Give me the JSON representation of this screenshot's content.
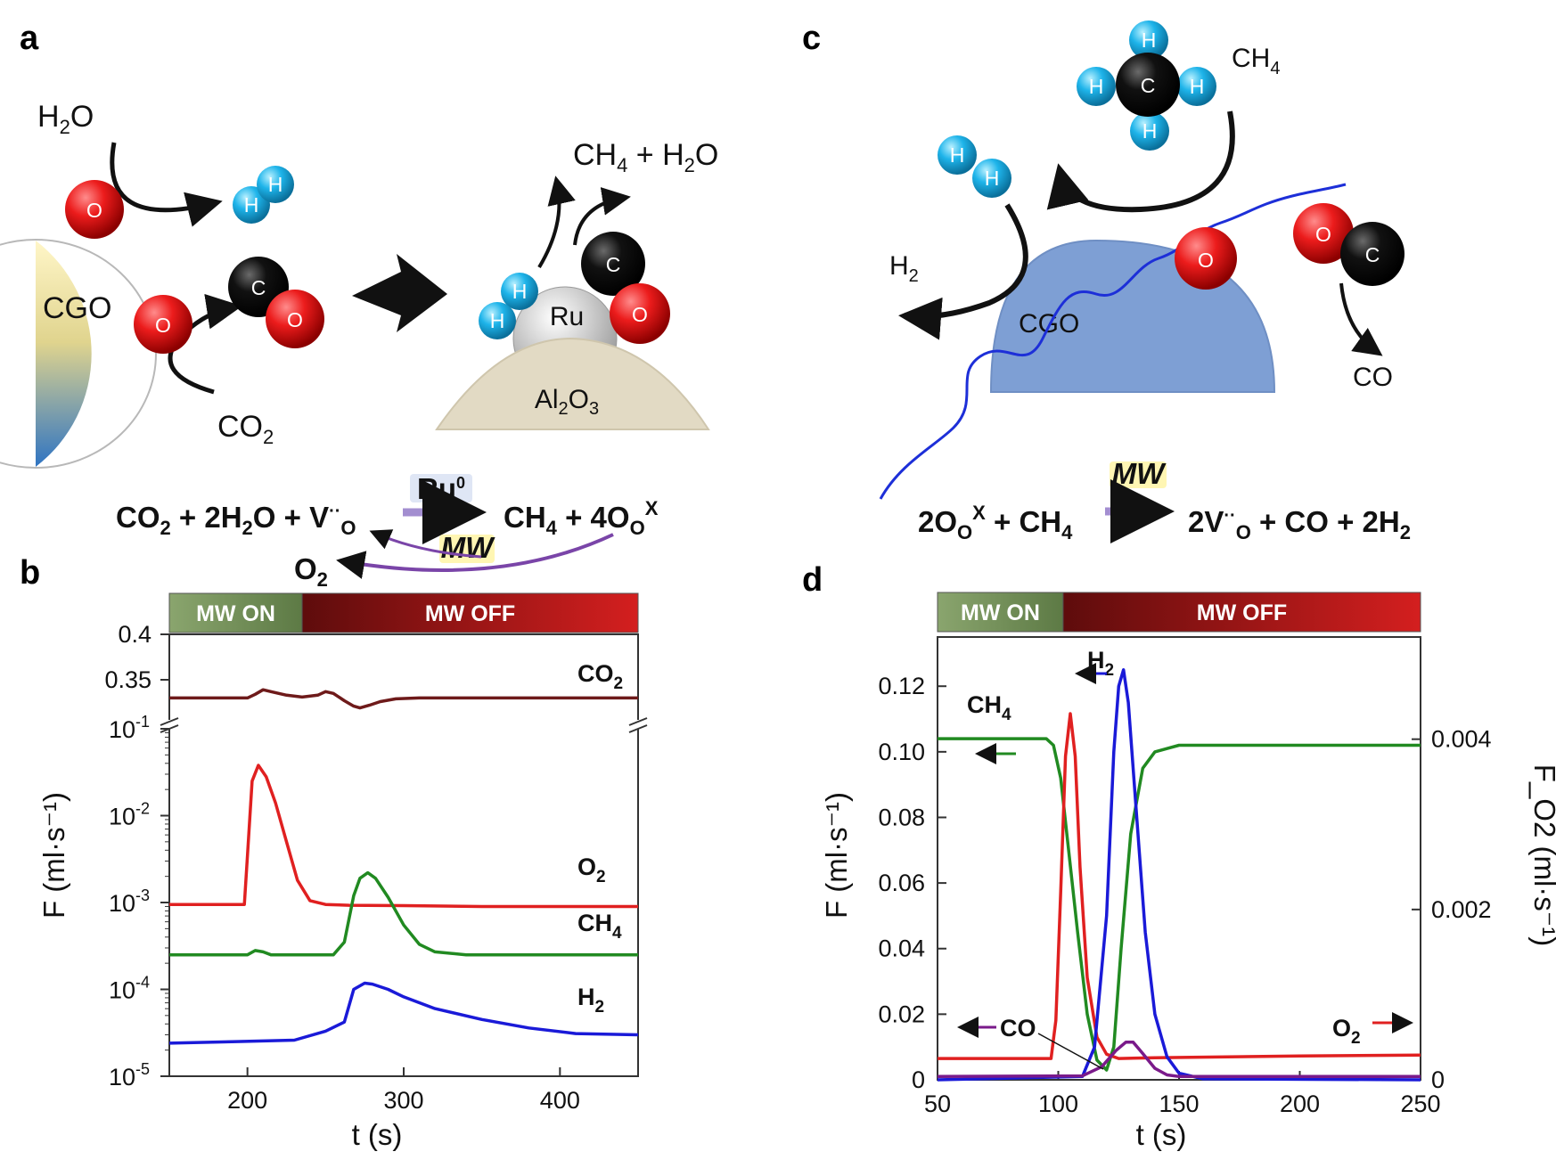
{
  "panels": {
    "a": "a",
    "b": "b",
    "c": "c",
    "d": "d"
  },
  "scheme_a": {
    "h2o": [
      "H",
      "2",
      "O"
    ],
    "products": [
      "CH",
      "4",
      " + H",
      "2",
      "O"
    ],
    "cgo": "CGO",
    "co2": [
      "CO",
      "2"
    ],
    "ru": "Ru",
    "al2o3": [
      "Al",
      "2",
      "O",
      "3"
    ],
    "atom_o": "O",
    "atom_h": "H",
    "atom_c": "C",
    "catalyst": "Ru",
    "catalyst_sup": "0",
    "mw": "MW",
    "equation": {
      "lhs": [
        "CO",
        "2",
        " + 2H",
        "2",
        "O + V",
        "··",
        "O"
      ],
      "rhs": [
        "CH",
        "4",
        " + 4O",
        "O",
        "X"
      ],
      "byproduct": [
        "O",
        "2"
      ]
    }
  },
  "scheme_c": {
    "ch4": [
      "CH",
      "4"
    ],
    "h2": [
      "H",
      "2"
    ],
    "cgo": "CGO",
    "co": "CO",
    "mw": "MW",
    "equation": {
      "lhs": [
        "2O",
        "O",
        "X",
        " + CH",
        "4"
      ],
      "rhs": [
        "2V",
        "··",
        "O",
        " + CO + 2H",
        "2"
      ]
    }
  },
  "chart_data": [
    {
      "panel": "b",
      "type": "line",
      "phase_bar": [
        {
          "label": "MW ON",
          "color": "#7b9a62",
          "x_range": [
            150,
            235
          ]
        },
        {
          "label": "MW OFF",
          "color": "#b71c1c",
          "x_range": [
            235,
            450
          ]
        }
      ],
      "xlabel": "t (s)",
      "ylabel": "F (ml·s⁻¹)",
      "xlim": [
        150,
        450
      ],
      "xticks": [
        "200",
        "300",
        "400"
      ],
      "upper_axis": {
        "ylim": [
          0.3,
          0.4
        ],
        "yticks": [
          "0.4",
          "0.35"
        ],
        "scale": "linear"
      },
      "lower_axis": {
        "ylim": [
          1e-05,
          0.1
        ],
        "scale": "log",
        "yticks": [
          [
            "10",
            "-1"
          ],
          [
            "10",
            "-2"
          ],
          [
            "10",
            "-3"
          ],
          [
            "10",
            "-4"
          ],
          [
            "10",
            "-5"
          ]
        ]
      },
      "series": [
        {
          "name": "CO₂",
          "label": [
            "CO",
            "2"
          ],
          "color": "#6e1a1a",
          "axis": "upper",
          "x": [
            150,
            200,
            205,
            210,
            215,
            225,
            235,
            245,
            250,
            255,
            262,
            268,
            272,
            278,
            285,
            295,
            310,
            350,
            400,
            450
          ],
          "y": [
            0.33,
            0.33,
            0.334,
            0.339,
            0.337,
            0.333,
            0.331,
            0.333,
            0.337,
            0.335,
            0.327,
            0.321,
            0.319,
            0.322,
            0.326,
            0.329,
            0.33,
            0.33,
            0.33,
            0.33
          ]
        },
        {
          "name": "O₂",
          "label": [
            "O",
            "2"
          ],
          "color": "#e02020",
          "axis": "lower",
          "x": [
            150,
            195,
            198,
            200,
            203,
            207,
            212,
            218,
            225,
            232,
            240,
            250,
            265,
            300,
            350,
            400,
            450
          ],
          "y": [
            0.00095,
            0.00095,
            0.00095,
            0.0035,
            0.025,
            0.038,
            0.028,
            0.014,
            0.005,
            0.0018,
            0.00105,
            0.00095,
            0.00093,
            0.00092,
            0.0009,
            0.0009,
            0.0009
          ]
        },
        {
          "name": "CH₄",
          "label": [
            "CH",
            "4"
          ],
          "color": "#218a21",
          "axis": "lower",
          "x": [
            150,
            200,
            205,
            210,
            215,
            255,
            262,
            268,
            272,
            277,
            282,
            290,
            300,
            310,
            320,
            340,
            380,
            450
          ],
          "y": [
            0.00025,
            0.00025,
            0.00028,
            0.00027,
            0.00025,
            0.00025,
            0.00035,
            0.0012,
            0.0019,
            0.0022,
            0.0019,
            0.00115,
            0.00055,
            0.00033,
            0.00027,
            0.00025,
            0.00025,
            0.00025
          ]
        },
        {
          "name": "H₂",
          "label": [
            "H",
            "2"
          ],
          "color": "#1a1ad8",
          "axis": "lower",
          "x": [
            150,
            190,
            230,
            250,
            262,
            268,
            275,
            280,
            290,
            300,
            320,
            350,
            380,
            410,
            450
          ],
          "y": [
            2.4e-05,
            2.5e-05,
            2.6e-05,
            3.3e-05,
            4.2e-05,
            0.0001,
            0.000118,
            0.000115,
            0.0001,
            8.2e-05,
            6e-05,
            4.5e-05,
            3.6e-05,
            3.1e-05,
            3e-05
          ]
        }
      ]
    },
    {
      "panel": "d",
      "type": "line",
      "phase_bar": [
        {
          "label": "MW ON",
          "color": "#7b9a62",
          "x_range": [
            50,
            102
          ]
        },
        {
          "label": "MW OFF",
          "color": "#b71c1c",
          "x_range": [
            102,
            250
          ]
        }
      ],
      "xlabel": "t (s)",
      "ylabel": "F (ml·s⁻¹)",
      "y2label": "F_O2 (ml·s⁻¹)",
      "xlim": [
        50,
        250
      ],
      "ylim": [
        0,
        0.135
      ],
      "y2lim": [
        0,
        0.0052
      ],
      "xticks": [
        "50",
        "100",
        "150",
        "200",
        "250"
      ],
      "yticks": [
        "0",
        "0.02",
        "0.04",
        "0.06",
        "0.08",
        "0.10",
        "0.12"
      ],
      "y2ticks": [
        "0",
        "0.002",
        "0.004"
      ],
      "series": [
        {
          "name": "CH₄",
          "label": [
            "CH",
            "4"
          ],
          "color": "#218a21",
          "axis": "left",
          "x": [
            50,
            95,
            98,
            101,
            104,
            108,
            112,
            116,
            120,
            123,
            126,
            130,
            135,
            140,
            145,
            150,
            160,
            200,
            250
          ],
          "y": [
            0.104,
            0.104,
            0.102,
            0.092,
            0.072,
            0.045,
            0.02,
            0.006,
            0.003,
            0.01,
            0.04,
            0.075,
            0.095,
            0.1,
            0.101,
            0.102,
            0.102,
            0.102,
            0.102
          ]
        },
        {
          "name": "O₂",
          "label": [
            "O",
            "2"
          ],
          "color": "#e02020",
          "axis": "right",
          "x": [
            50,
            97,
            99,
            101,
            103,
            105,
            107,
            109,
            112,
            116,
            120,
            125,
            140,
            200,
            250
          ],
          "y": [
            0.00025,
            0.00025,
            0.0007,
            0.0022,
            0.0038,
            0.0043,
            0.0038,
            0.0025,
            0.0012,
            0.0005,
            0.0003,
            0.00025,
            0.00026,
            0.00028,
            0.00029
          ]
        },
        {
          "name": "H₂",
          "label": [
            "H",
            "2"
          ],
          "color": "#1a1ad8",
          "axis": "left",
          "x": [
            50,
            110,
            115,
            120,
            123,
            125,
            127,
            129,
            132,
            136,
            140,
            145,
            150,
            160,
            250
          ],
          "y": [
            0,
            0.001,
            0.01,
            0.05,
            0.1,
            0.12,
            0.125,
            0.115,
            0.085,
            0.045,
            0.02,
            0.007,
            0.002,
            0.0003,
            0
          ]
        },
        {
          "name": "CO",
          "label": [
            "CO",
            ""
          ],
          "color": "#7a1a8a",
          "axis": "left",
          "x": [
            50,
            110,
            118,
            124,
            128,
            131,
            135,
            140,
            145,
            150,
            200,
            250
          ],
          "y": [
            0.001,
            0.0012,
            0.004,
            0.009,
            0.0115,
            0.0115,
            0.008,
            0.0035,
            0.0015,
            0.001,
            0.001,
            0.001
          ]
        }
      ]
    }
  ]
}
